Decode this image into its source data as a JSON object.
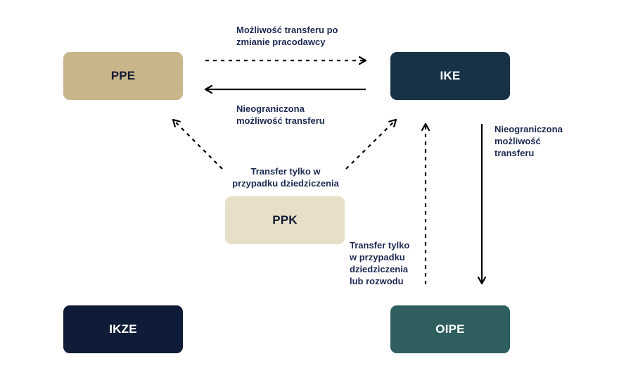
{
  "nodes": {
    "ppe": "PPE",
    "ike": "IKE",
    "ppk": "PPK",
    "ikze": "IKZE",
    "oipe": "OIPE"
  },
  "edges": {
    "ppe_to_ike": {
      "line1": "Możliwość transferu po",
      "line2": "zmianie pracodawcy"
    },
    "ike_to_ppe": {
      "line1": "Nieograniczona",
      "line2": "możliwość transferu"
    },
    "ike_to_oipe": {
      "line1": "Nieograniczona",
      "line2": "możliwość",
      "line3": "transferu"
    },
    "ppk_to_ppe_ike": {
      "line1": "Transfer tylko w",
      "line2": "przypadku dziedziczenia"
    },
    "oipe_to_ike": {
      "line1": "Transfer tylko",
      "line2": "w przypadku",
      "line3": "dziedziczenia",
      "line4": "lub rozwodu"
    }
  },
  "colors": {
    "ppe": "#c8b58a",
    "ike": "#173247",
    "ppk": "#e8dfc8",
    "ikze": "#0f1c38",
    "oipe": "#2e5f5e",
    "label_text": "#1c2a52"
  }
}
